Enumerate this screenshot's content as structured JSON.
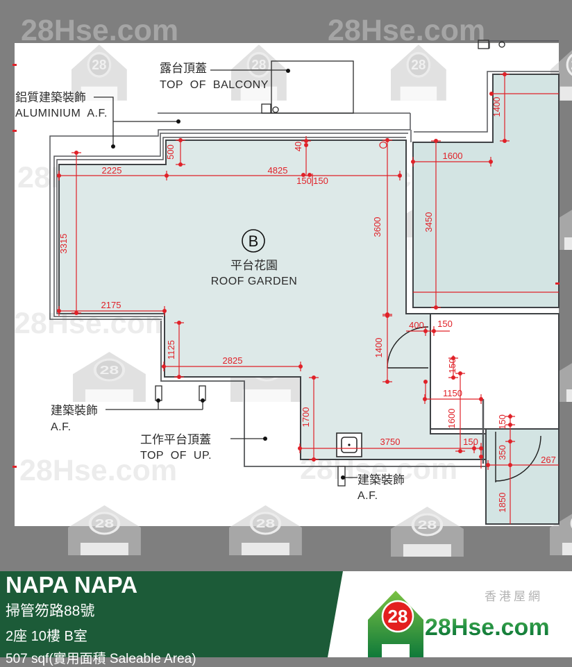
{
  "watermark": {
    "brand": "28Hse.com",
    "number": "28"
  },
  "colors": {
    "accent_red": "#e02128",
    "teal_main": "#dde9e8",
    "teal_side": "#d3e4e3",
    "wall_gray": "#4a4d50",
    "frame_gray": "#7f7f7f",
    "footer_green": "#1c5b38",
    "brand_red": "#e3201f",
    "brand_green_dark": "#0f7a3a",
    "brand_green_light": "#7ac143"
  },
  "plan": {
    "unit_circle": "B",
    "area_zh": "平台花園",
    "area_en": "ROOF GARDEN",
    "labels": {
      "balcony_zh": "露台頂蓋",
      "balcony_en": "TOP OF BALCONY",
      "aluminium_zh": "鋁質建築裝飾",
      "aluminium_en": "ALUMINIUM A.F.",
      "af_left_zh": "建築裝飾",
      "af_left_en": "A.F.",
      "up_zh": "工作平台頂蓋",
      "up_en": "TOP OF UP.",
      "af_bottom_zh": "建築裝飾",
      "af_bottom_en": "A.F."
    },
    "dims": [
      {
        "v": "2225"
      },
      {
        "v": "4825"
      },
      {
        "v": "500"
      },
      {
        "v": "3315"
      },
      {
        "v": "2175"
      },
      {
        "v": "1125"
      },
      {
        "v": "2825"
      },
      {
        "v": "40"
      },
      {
        "v": "150"
      },
      {
        "v": "150"
      },
      {
        "v": "3600"
      },
      {
        "v": "3450"
      },
      {
        "v": "1600"
      },
      {
        "v": "1400"
      },
      {
        "v": "1400"
      },
      {
        "v": "400"
      },
      {
        "v": "150"
      },
      {
        "v": "150"
      },
      {
        "v": "1150"
      },
      {
        "v": "1600"
      },
      {
        "v": "1700"
      },
      {
        "v": "3750"
      },
      {
        "v": "150"
      },
      {
        "v": "150"
      },
      {
        "v": "350"
      },
      {
        "v": "1850"
      },
      {
        "v": "267"
      }
    ]
  },
  "footer": {
    "title": "NAPA NAPA",
    "address": "掃管笏路88號",
    "unit": "2座 10樓 B室",
    "area": "507 sqf(實用面積 Saleable Area)",
    "brand": {
      "number": "28",
      "name": "28Hse.com",
      "tagline": "香港屋網"
    }
  }
}
